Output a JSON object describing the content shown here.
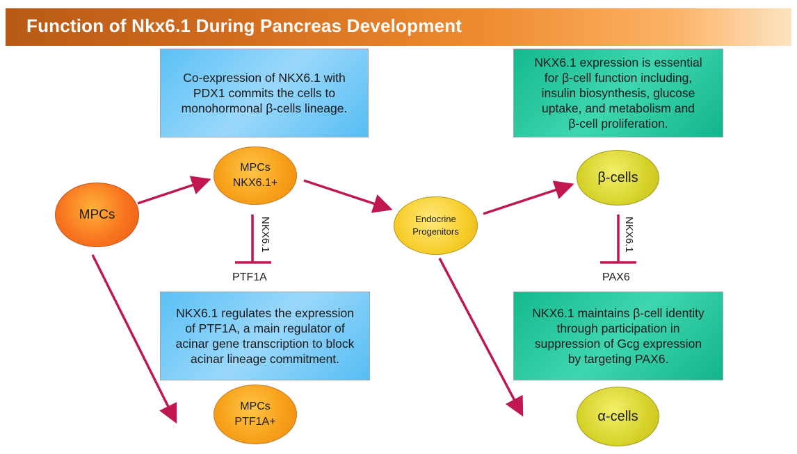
{
  "title": "Function of Nkx6.1 During Pancreas Development",
  "boxes": {
    "top_left": [
      "Co-expression of NKX6.1 with",
      "PDX1 commits the cells to",
      "monohormonal β-cells lineage."
    ],
    "top_right": [
      "NKX6.1 expression is essential",
      "for β-cell function including,",
      "insulin biosynthesis, glucose",
      "uptake, and metabolism and",
      "β-cell proliferation."
    ],
    "bottom_left": [
      "NKX6.1 regulates the expression",
      "of PTF1A, a main regulator of",
      "acinar gene transcription to block",
      "acinar lineage commitment."
    ],
    "bottom_right": [
      "NKX6.1 maintains β-cell identity",
      "through participation in",
      "suppression of Gcg expression",
      "by targeting PAX6."
    ]
  },
  "nodes": {
    "mpcs": [
      "MPCs"
    ],
    "mpcs_nkx": [
      "MPCs",
      "NKX6.1+"
    ],
    "endocrine": [
      "Endocrine",
      "Progenitors"
    ],
    "beta": [
      "β-cells"
    ],
    "mpcs_ptf": [
      "MPCs",
      "PTF1A+"
    ],
    "alpha": [
      "α-cells"
    ]
  },
  "inhibition": {
    "left_label": "NKX6.1",
    "left_target": "PTF1A",
    "right_label": "NKX6.1",
    "right_target": "PAX6"
  },
  "colors": {
    "arrow": "#c0174f",
    "inhibitor": "#c0174f",
    "banner_start": "#b85a16",
    "banner_end": "#fde3c2",
    "box_blue": "#7dcdf8",
    "box_green": "#22c79c"
  }
}
